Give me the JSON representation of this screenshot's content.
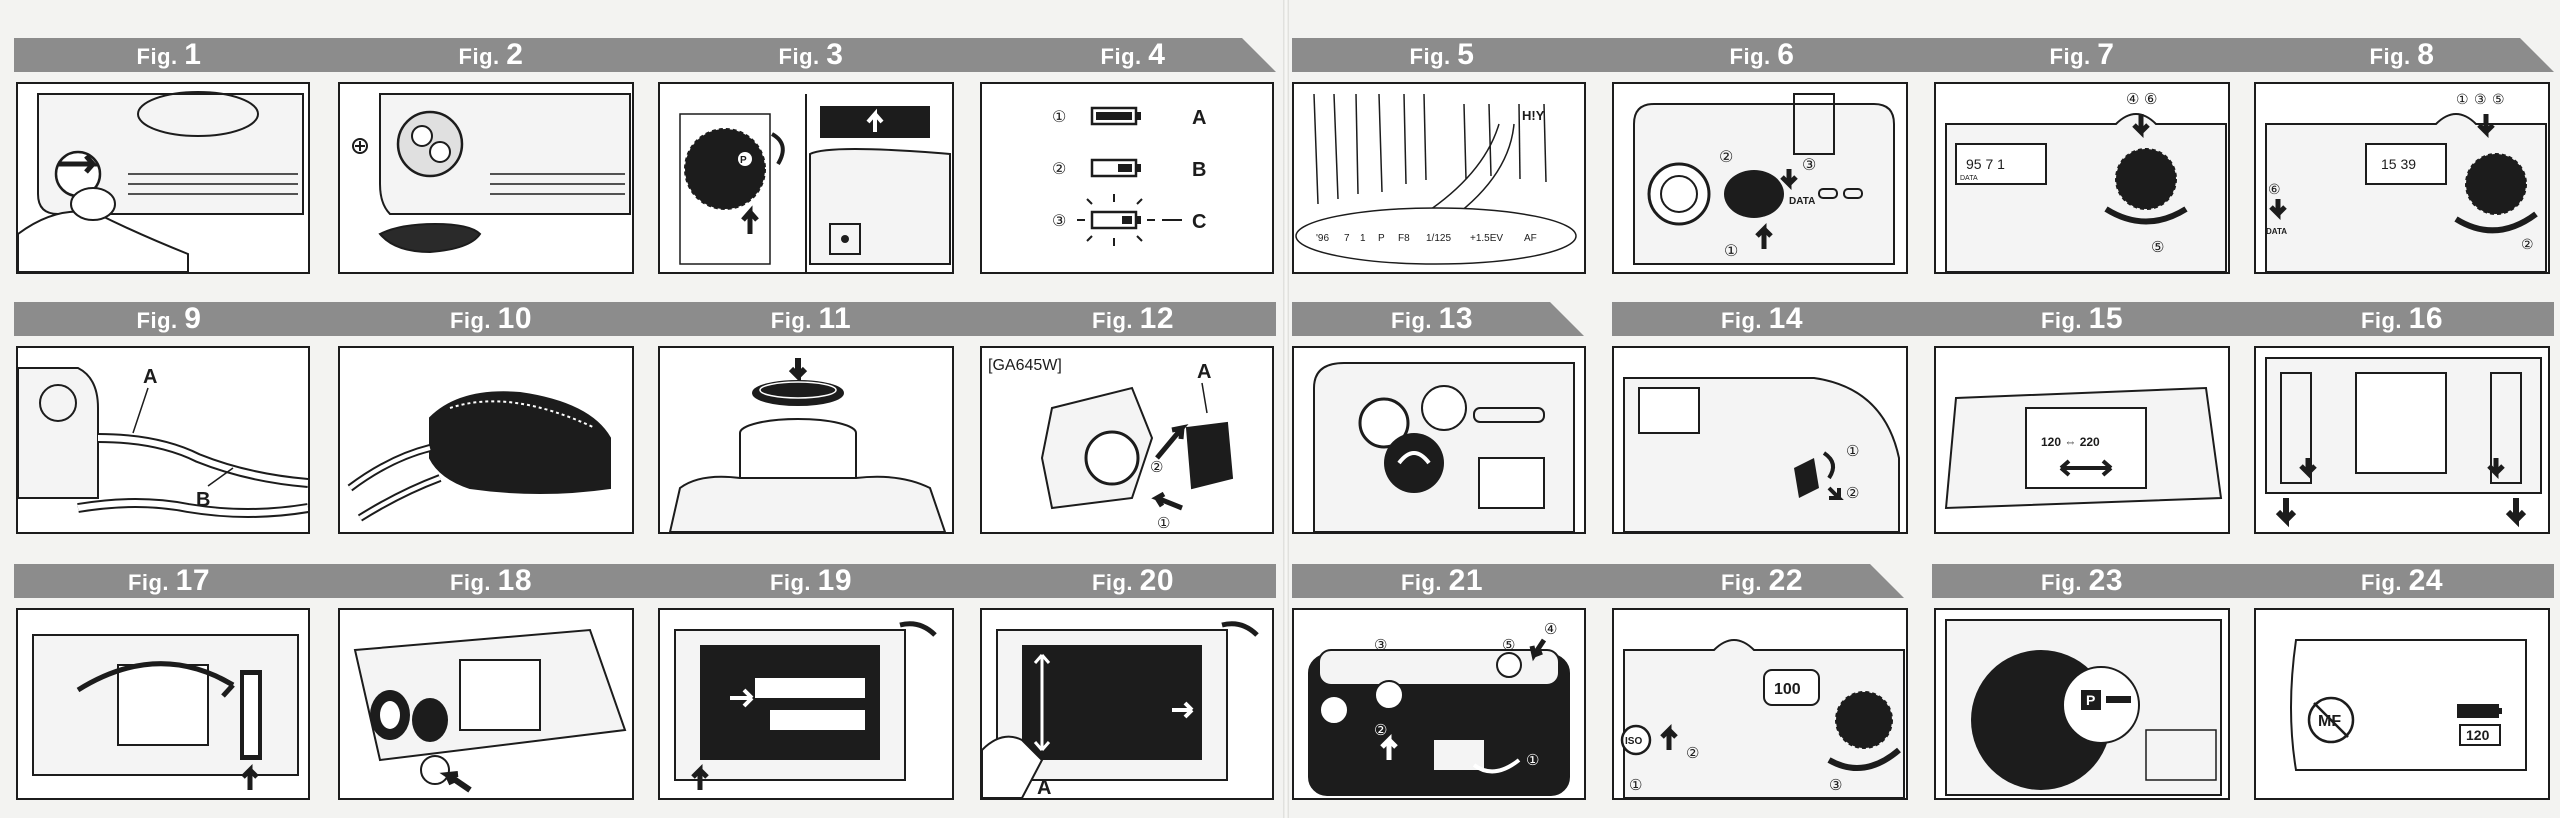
{
  "figures": [
    {
      "prefix": "Fig.",
      "num": "1"
    },
    {
      "prefix": "Fig.",
      "num": "2"
    },
    {
      "prefix": "Fig.",
      "num": "3"
    },
    {
      "prefix": "Fig.",
      "num": "4"
    },
    {
      "prefix": "Fig.",
      "num": "5"
    },
    {
      "prefix": "Fig.",
      "num": "6"
    },
    {
      "prefix": "Fig.",
      "num": "7"
    },
    {
      "prefix": "Fig.",
      "num": "8"
    },
    {
      "prefix": "Fig.",
      "num": "9"
    },
    {
      "prefix": "Fig.",
      "num": "10"
    },
    {
      "prefix": "Fig.",
      "num": "11"
    },
    {
      "prefix": "Fig.",
      "num": "12"
    },
    {
      "prefix": "Fig.",
      "num": "13"
    },
    {
      "prefix": "Fig.",
      "num": "14"
    },
    {
      "prefix": "Fig.",
      "num": "15"
    },
    {
      "prefix": "Fig.",
      "num": "16"
    },
    {
      "prefix": "Fig.",
      "num": "17"
    },
    {
      "prefix": "Fig.",
      "num": "18"
    },
    {
      "prefix": "Fig.",
      "num": "19"
    },
    {
      "prefix": "Fig.",
      "num": "20"
    },
    {
      "prefix": "Fig.",
      "num": "21"
    },
    {
      "prefix": "Fig.",
      "num": "22"
    },
    {
      "prefix": "Fig.",
      "num": "23"
    },
    {
      "prefix": "Fig.",
      "num": "24"
    }
  ],
  "labels": {
    "fig4": {
      "n1": "①",
      "n2": "②",
      "n3": "③",
      "a": "A",
      "b": "B",
      "c": "C"
    },
    "fig5": {
      "year": "'96",
      "month": "7",
      "day": "1",
      "mode": "P",
      "aperture": "F8",
      "shutter": "1/125",
      "ev": "+1.5EV",
      "focus": "AF",
      "sign": "H!Y"
    },
    "fig6": {
      "n1": "①",
      "n2": "②",
      "n3": "③",
      "data": "DATA"
    },
    "fig7": {
      "n4": "④",
      "n5": "⑤",
      "n6": "⑥",
      "lcd": "95 7 1",
      "data": "DATA"
    },
    "fig8": {
      "n1": "①",
      "n2": "②",
      "n3": "③",
      "n5": "⑤",
      "n6": "⑥",
      "lcd": "15 39",
      "data": "DATA"
    },
    "fig9": {
      "a": "A",
      "b": "B"
    },
    "fig12": {
      "model": "[GA645W]",
      "a": "A",
      "n1": "①",
      "n2": "②"
    },
    "fig14": {
      "n1": "①",
      "n2": "②"
    },
    "fig15": {
      "film": "120 ⇔ 220"
    },
    "fig20": {
      "a": "A"
    },
    "fig21": {
      "n1": "①",
      "n2": "②",
      "n3": "③",
      "n4": "④",
      "n5": "⑤"
    },
    "fig22": {
      "n1": "①",
      "n2": "②",
      "n3": "③",
      "iso": "ISO",
      "lcd": "100"
    },
    "fig23": {
      "mode": "P"
    },
    "fig24": {
      "mf": "MF",
      "film": "120"
    }
  },
  "colors": {
    "band": "#8c8c8c",
    "ink": "#1c1c1c",
    "paper": "#ffffff",
    "background": "#f3f3f1"
  }
}
